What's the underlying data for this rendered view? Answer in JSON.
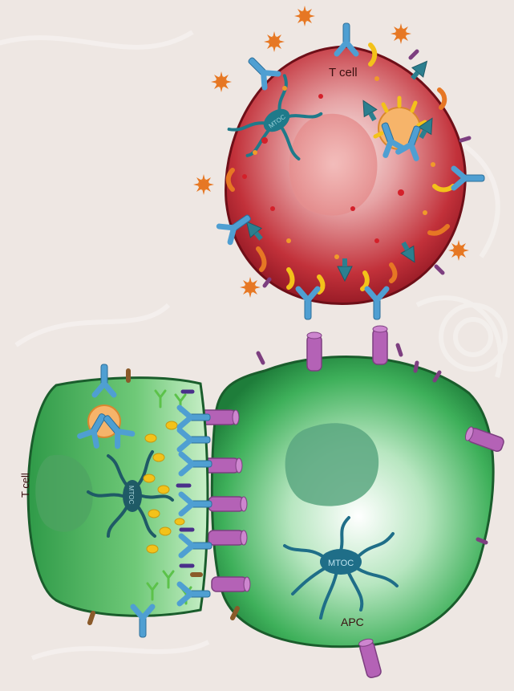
{
  "labels": {
    "tcell_top": "T cell",
    "tcell_bottom": "T cell",
    "apc": "APC",
    "mtoc_top": "MTOC",
    "mtoc_left": "MTOC",
    "mtoc_apc": "MTOC"
  },
  "colors": {
    "background": "#eee7e3",
    "red_cell": "#b31e26",
    "green_cell": "#2f9a4a",
    "receptor_blue": "#4c9bcf",
    "mhc_purple": "#b15fb2",
    "granule_yellow": "#f3c21a",
    "golgi_orange": "#f6b46a",
    "cytokine_orange": "#e57b25",
    "mtoc_teal": "#1f7a8a"
  },
  "icons": [
    "cytokine-star-icon",
    "tcr-receptor-icon",
    "mhc-complex-icon",
    "mtoc-icon",
    "golgi-icon"
  ]
}
